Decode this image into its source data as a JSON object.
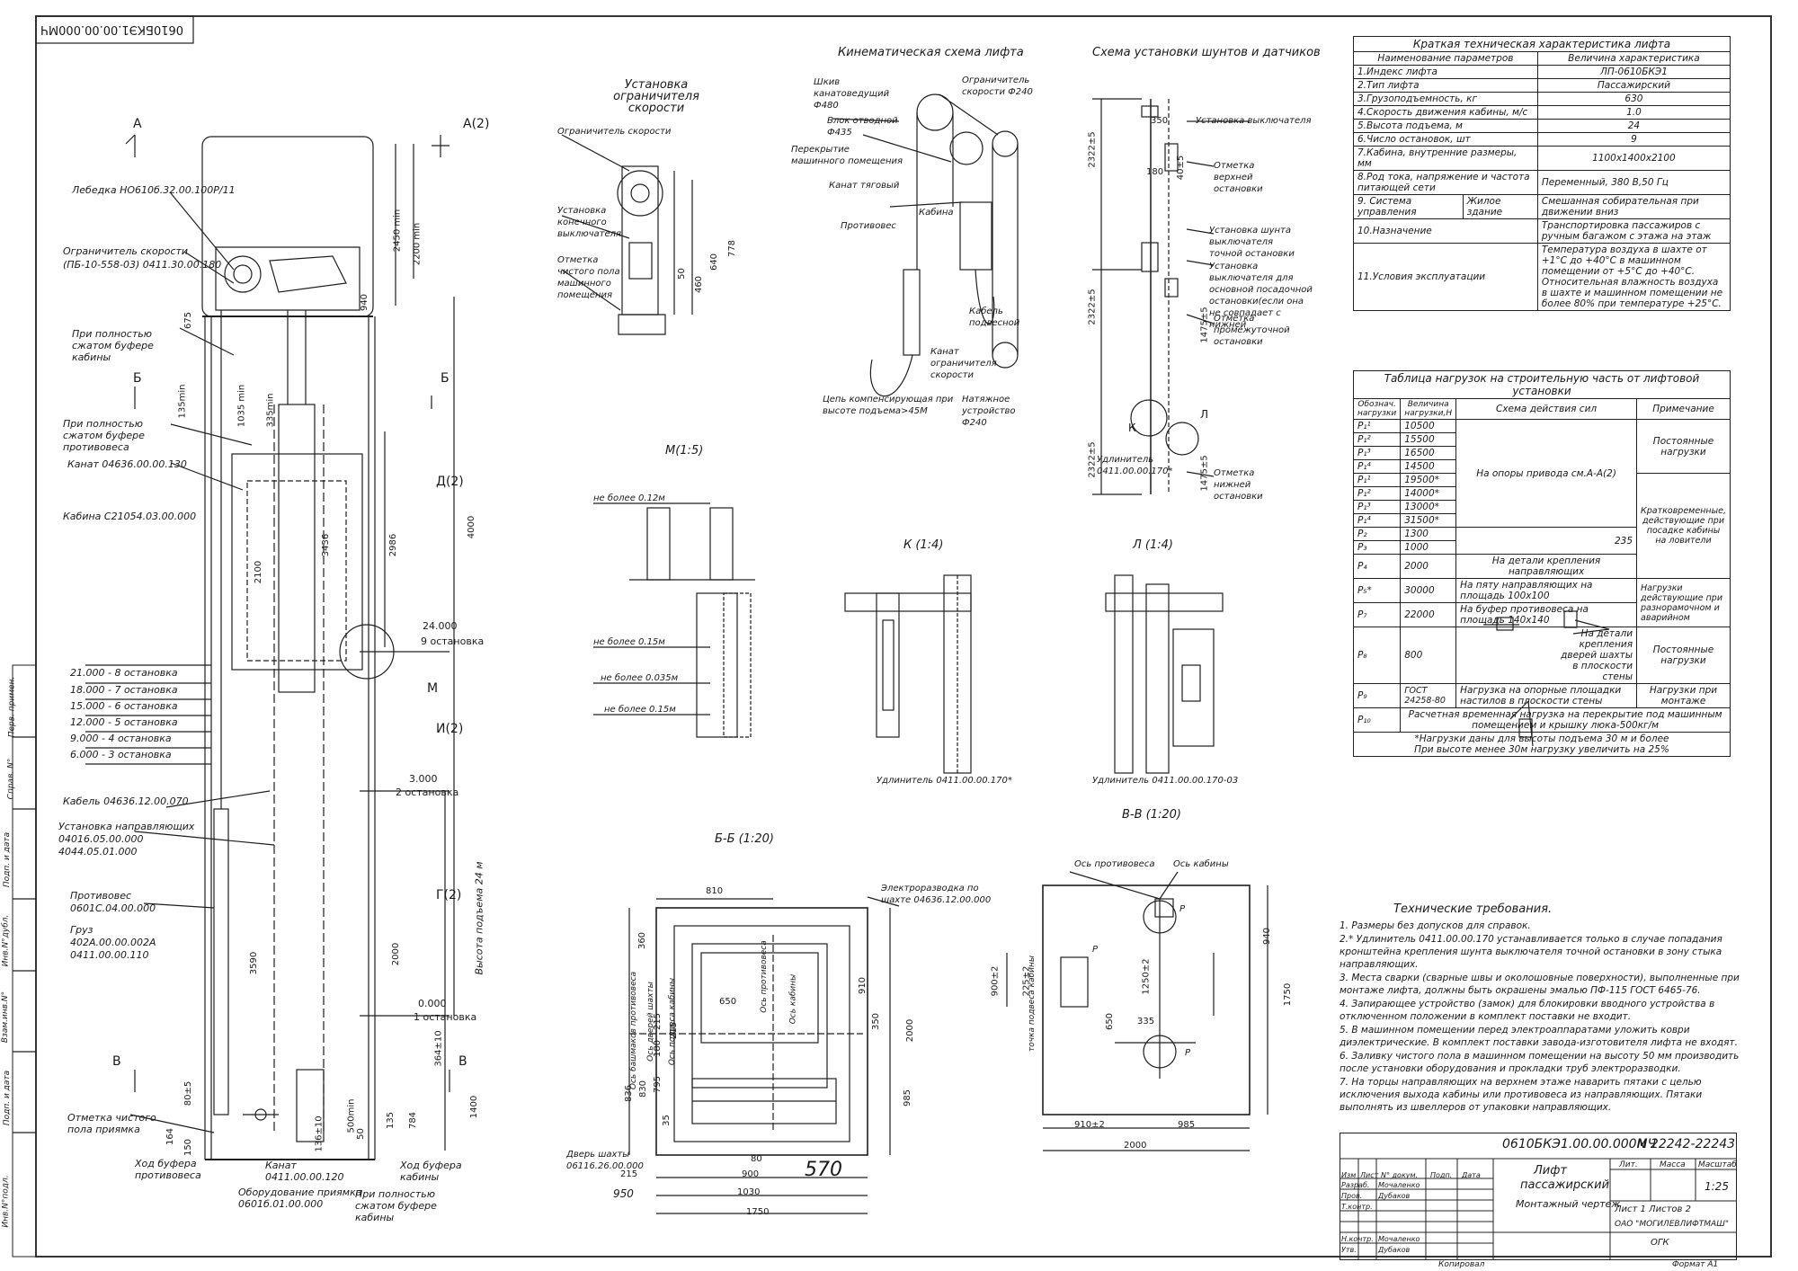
{
  "sheet": {
    "rotated_code": "0610БКЭ1.00.00.000МЧ",
    "doc_code": "0610БКЭ1.00.00.000МЧ",
    "reg_number": "N 22242-22243",
    "title_line1": "Лифт",
    "title_line2": "пассажирский",
    "title_line3": "Монтажный чертеж",
    "scale": "1:25",
    "sheet_info": "Лист 1  Листов 2",
    "org": "ОАО \"МОГИЛЕВЛИФТМАШ\"",
    "dept": "ОГК",
    "format": "Формат  А1",
    "copied": "Копировал",
    "handwritten": "570",
    "stamp_cols": [
      "Изм",
      "Лист",
      "N° докум.",
      "Подп.",
      "Дата"
    ],
    "stamp_rows": [
      "Разраб.",
      "Пров.",
      "Т.контр.",
      "Н.контр.",
      "Утв."
    ],
    "stamp_names": [
      "Мочаленко",
      "Дубаков",
      "",
      "Мочаленко",
      "Дубаков"
    ],
    "stamp_right": [
      "Лит.",
      "Масса",
      "Масштаб"
    ]
  },
  "side_labels": [
    "Инв.N°подл.",
    "Подп. и дата",
    "Взам.инв.N°",
    "Инв.N°дубл.",
    "Подп. и дата",
    "Справ. N°",
    "Перв. примен."
  ],
  "views": {
    "speed_limiter": "Установка ограничителя скорости",
    "kinematic": "Кинематическая схема лифта",
    "shunts": "Схема установки шунтов и датчиков",
    "m": "М(1:5)",
    "k": "К (1:4)",
    "l": "Л (1:4)",
    "bb": "Б-Б (1:20)",
    "vv": "В-В (1:20)"
  },
  "main_labels": {
    "winch": "Лебедка НО610б.32.00.100Р/11",
    "limiter": "Ограничитель скорости",
    "limiter_code": "(ПБ-10-558-03) 0411.30.00.180",
    "cab_buffer": "При полностью сжатом буфере кабины",
    "cw_buffer": "При полностью сжатом буфере противовеса",
    "rope": "Канат 04636.00.00.130",
    "cabin": "Кабина С21054.03.00.000",
    "cable": "Кабель 04636.12.00.070",
    "rails": "Установка направляющих",
    "rails_code1": "04016.05.00.000",
    "rails_code2": "4044.05.01.000",
    "counterweight": "Противовес",
    "cw_code": "0601С.04.00.000",
    "load": "Груз",
    "load_code1": "402А.00.00.002А",
    "load_code2": "0411.00.00.110",
    "pit_mark": "Отметка чистого пола приямка",
    "buffer_travel_cw": "Ход буфера противовеса",
    "pit_rope": "Канат 0411.00.00.120",
    "pit_equipment": "Оборудование приямка 0601б.01.00.000",
    "buffer_travel_cab": "Ход буфера кабины",
    "full_cab_buffer": "При полностью сжатом буфере кабины",
    "travel": "Высота подъема 24 м"
  },
  "stops": [
    "21.000 - 8 остановка",
    "18.000 - 7 остановка",
    "15.000 - 6 остановка",
    "12.000 - 5 остановка",
    "9.000 - 4 остановка",
    "6.000 - 3 остановка"
  ],
  "levels": {
    "l9_val": "24.000",
    "l9": "9 остановка",
    "l2_val": "3.000",
    "l2": "2 остановка",
    "l1_val": "0.000",
    "l1": "1 остановка"
  },
  "section_marks": [
    "А",
    "А(2)",
    "Б",
    "Б",
    "Д(2)",
    "И(2)",
    "Г(2)",
    "В",
    "В",
    "М"
  ],
  "dims_main": [
    "2450 min",
    "2200 min",
    "940",
    "675",
    "135min",
    "1035 min",
    "335min",
    "4000",
    "3436",
    "2100",
    "2986",
    "3590",
    "2000",
    "80±5",
    "500min",
    "136±10",
    "50",
    "135",
    "784",
    "1400",
    "364±10",
    "164",
    "150"
  ],
  "limiter_labels": [
    "Ограничитель скорости",
    "Установка конечного выключателя",
    "Отметка чистого пола машинного помещения"
  ],
  "limiter_dims": [
    "778",
    "640",
    "460",
    "50"
  ],
  "kin_labels": [
    "Шкив канатоведущий Ф480",
    "Блок отводной Ф435",
    "Перекрытие машинного помещения",
    "Канат тяговый",
    "Противовес",
    "Кабина",
    "Кабель подвесной",
    "Канат ограничителя скорости",
    "Цепь компенсирующая при высоте подъема>45М",
    "Натяжное устройство Ф240",
    "Ограничитель скорости Ф240"
  ],
  "shunt_labels": [
    "Установка выключателя",
    "Отметка верхней остановки",
    "Установка шунта выключателя точной остановки",
    "Установка выключателя для основной посадочной остановки(если она не совпадает с нижней",
    "Отметка промежуточной остановки",
    "Удлинитель 0411.00.00.170*",
    "Отметка нижней остановки",
    "К",
    "Л"
  ],
  "shunt_dims": [
    "2322±5",
    "2322±5",
    "2322±5",
    "350",
    "180",
    "40±5",
    "1475±5",
    "1475±5"
  ],
  "m_labels": [
    "не более 0.12м",
    "не более 0.15м",
    "не более 0.035м",
    "не более 0.15м"
  ],
  "k_label": "Удлинитель 0411.00.00.170*",
  "l_label": "Удлинитель 0411.00.00.170-03",
  "bb": {
    "dims": [
      "810",
      "360",
      "650",
      "910",
      "350",
      "2000",
      "985",
      "215",
      "180",
      "215",
      "795",
      "830",
      "836",
      "35",
      "80",
      "215",
      "900",
      "1030",
      "1750",
      "950"
    ],
    "labels": [
      "Электроразводка по шахте 04636.12.00.000",
      "Ось башмаков противовеса",
      "Ось дверей шахты",
      "Ось подвеса кабины",
      "Ось кабины",
      "Ось противовеса",
      "Дверь шахты 06116.26.00.000"
    ]
  },
  "vv": {
    "labels": [
      "Ось противовеса",
      "Ось кабины",
      "Р",
      "Р",
      "Р",
      "точка подвеса кабины"
    ],
    "dims": [
      "940",
      "1750",
      "900±2",
      "225±2",
      "1250±2",
      "650",
      "335",
      "910±2",
      "985",
      "2000"
    ]
  },
  "spec": {
    "title": "Краткая техническая характеристика лифта",
    "head_param": "Наименование параметров",
    "head_val": "Величина характеристика",
    "rows": [
      {
        "p": "1.Индекс лифта",
        "v": "ЛП-0610БКЭ1"
      },
      {
        "p": "2.Тип лифта",
        "v": "Пассажирский"
      },
      {
        "p": "3.Грузоподъемность, кг",
        "v": "630"
      },
      {
        "p": "4.Скорость движения кабины, м/с",
        "v": "1.0"
      },
      {
        "p": "5.Высота подъема, м",
        "v": "24"
      },
      {
        "p": "6.Число остановок, шт",
        "v": "9"
      },
      {
        "p": "7.Кабина, внутренние размеры, мм",
        "v": "1100х1400х2100"
      },
      {
        "p": "8.Род тока, напряжение и частота питающей сети",
        "v": "Переменный, 380 В,50 Гц"
      }
    ],
    "r9_a": "9. Система управления",
    "r9_b": "Жилое здание",
    "r9_v": "Смешанная собирательная при движении вниз",
    "r10_p": "10.Назначение",
    "r10_v": "Транспортировка пассажиров с ручным багажом с этажа на этаж",
    "r11_p": "11.Условия эксплуатации",
    "r11_v": "Температура воздуха в шахте от +1°С до +40°С в машинном помещении от +5°С до +40°С. Относительная влажность воздуха в шахте и машинном помещении не более 80% при температуре +25°С."
  },
  "loads": {
    "title": "Таблица нагрузок на строительную часть от лифтовой установки",
    "h1": "Обознач. нагрузки",
    "h2": "Величина нагрузки,Н",
    "h3": "Схема действия сил",
    "h4": "Примечание",
    "rows": [
      {
        "d": "Р₁¹",
        "v": "10500"
      },
      {
        "d": "Р₁²",
        "v": "15500"
      },
      {
        "d": "Р₁³",
        "v": "16500"
      },
      {
        "d": "Р₁⁴",
        "v": "14500"
      },
      {
        "d": "Р₁¹",
        "v": "19500*"
      },
      {
        "d": "Р₁²",
        "v": "14000*"
      },
      {
        "d": "Р₁³",
        "v": "13000*"
      },
      {
        "d": "Р₁⁴",
        "v": "31500*"
      }
    ],
    "drive_note": "На опоры привода см.А-А(2)",
    "note_const": "Постоянные нагрузки",
    "note_short": "Кратковременные, действующие при посадке кабины на ловители",
    "r2": {
      "d": "Р₂",
      "v": "1300"
    },
    "r3": {
      "d": "Р₃",
      "v": "1000"
    },
    "r4": {
      "d": "Р₄",
      "v": "2000"
    },
    "r234_txt": "На детали крепления направляющих",
    "r5": {
      "d": "Р₅*",
      "v": "30000",
      "t": "На пяту направляющих на площадь 100х100"
    },
    "r7": {
      "d": "Р₇",
      "v": "22000",
      "t": "На буфер противовеса на площадь 140х140"
    },
    "note_emerg": "Нагрузки действующие при разнорамочном и аварийном",
    "r8": {
      "d": "Р₈",
      "v": "800",
      "t": "На детали крепления дверей шахты в плоскости стены",
      "n": "Постоянные нагрузки"
    },
    "r9": {
      "d": "Р₉",
      "v": "ГОСТ 24258-80",
      "t": "Нагрузка на опорные площадки настилов в плоскости стены",
      "n": "Нагрузки при монтаже"
    },
    "r10": {
      "d": "Р₁₀",
      "t": "Расчетная временная нагрузка на перекрытие под машинным помещением и крышку люка-500кг/м"
    },
    "footer1": "*Нагрузки даны для высоты подъема 30 м и более",
    "footer2": "При высоте менее 30м нагрузку увеличить на 25%",
    "dim": "235"
  },
  "requirements": {
    "title": "Технические требования.",
    "items": [
      "1. Размеры без допусков для справок.",
      "2.* Удлинитель 0411.00.00.170 устанавливается только в случае попадания кронштейна крепления шунта выключателя точной остановки в зону стыка направляющих.",
      "3. Места сварки (сварные швы и околошовные поверхности), выполненные при монтаже лифта, должны быть окрашены эмалью ПФ-115 ГОСТ 6465-76.",
      "4. Запирающее устройство (замок) для блокировки вводного устройства в отключенном положении в комплект поставки не входит.",
      "5. В машинном помещении перед электроаппаратами уложить коври диэлектрические. В комплект поставки завода-изготовителя лифта не входят.",
      "6. Заливку чистого пола в машинном помещении на высоту 50 мм производить после установки оборудования и прокладки труб электроразводки.",
      "7. На торцы направляющих на верхнем этаже наварить пятаки с целью исключения выхода кабины или противовеса из направляющих. Пятаки выполнять из швеллеров от упаковки направляющих."
    ]
  }
}
